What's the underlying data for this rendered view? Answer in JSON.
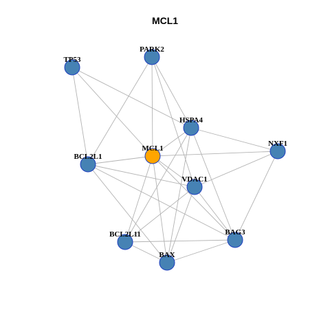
{
  "title": "MCL1",
  "colors": {
    "node_default": "#4682B4",
    "node_focus": "#FFA500",
    "node_border": "#1F3FBF",
    "edge": "#B3B3B3"
  },
  "nodes": [
    {
      "id": "TP53",
      "label": "TP53",
      "focus": false
    },
    {
      "id": "PARK2",
      "label": "PARK2",
      "focus": false
    },
    {
      "id": "HSPA4",
      "label": "HSPA4",
      "focus": false
    },
    {
      "id": "NXF1",
      "label": "NXF1",
      "focus": false
    },
    {
      "id": "MCL1",
      "label": "MCL1",
      "focus": true
    },
    {
      "id": "BCL2L1",
      "label": "BCL2L1",
      "focus": false
    },
    {
      "id": "VDAC1",
      "label": "VDAC1",
      "focus": false
    },
    {
      "id": "BCL2L11",
      "label": "BCL2L11",
      "focus": false
    },
    {
      "id": "BAG3",
      "label": "BAG3",
      "focus": false
    },
    {
      "id": "BAX",
      "label": "BAX",
      "focus": false
    }
  ],
  "edges": [
    [
      "TP53",
      "BCL2L1"
    ],
    [
      "TP53",
      "MCL1"
    ],
    [
      "TP53",
      "HSPA4"
    ],
    [
      "PARK2",
      "MCL1"
    ],
    [
      "PARK2",
      "HSPA4"
    ],
    [
      "PARK2",
      "VDAC1"
    ],
    [
      "PARK2",
      "BCL2L1"
    ],
    [
      "HSPA4",
      "NXF1"
    ],
    [
      "HSPA4",
      "MCL1"
    ],
    [
      "HSPA4",
      "BCL2L11"
    ],
    [
      "HSPA4",
      "BAX"
    ],
    [
      "HSPA4",
      "BAG3"
    ],
    [
      "NXF1",
      "MCL1"
    ],
    [
      "NXF1",
      "VDAC1"
    ],
    [
      "NXF1",
      "BAG3"
    ],
    [
      "MCL1",
      "BCL2L1"
    ],
    [
      "MCL1",
      "VDAC1"
    ],
    [
      "MCL1",
      "BCL2L11"
    ],
    [
      "MCL1",
      "BAX"
    ],
    [
      "MCL1",
      "BAG3"
    ],
    [
      "BCL2L1",
      "VDAC1"
    ],
    [
      "BCL2L1",
      "BAX"
    ],
    [
      "BCL2L1",
      "BAG3"
    ],
    [
      "VDAC1",
      "BCL2L11"
    ],
    [
      "VDAC1",
      "BAX"
    ],
    [
      "VDAC1",
      "BAG3"
    ],
    [
      "BCL2L11",
      "BAX"
    ],
    [
      "BCL2L11",
      "BAG3"
    ],
    [
      "BAX",
      "BAG3"
    ]
  ]
}
